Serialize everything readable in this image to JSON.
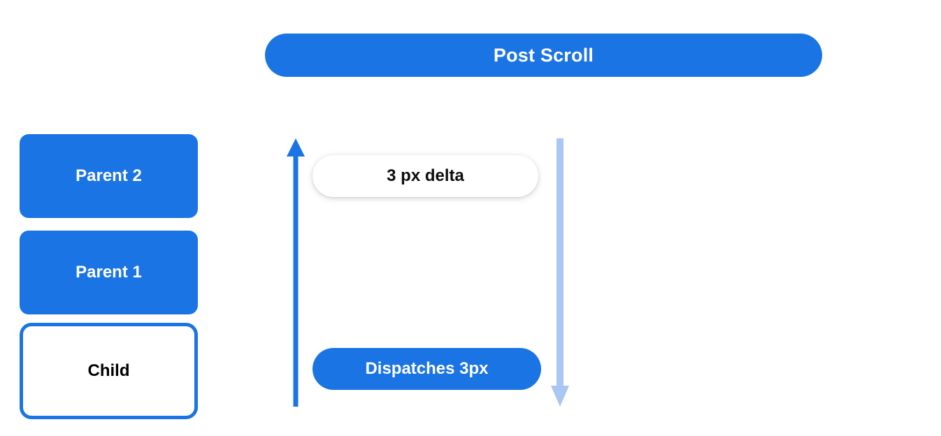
{
  "header": {
    "title": "Post Scroll",
    "color": "#1b74e4"
  },
  "nodes": [
    {
      "id": "parent-2",
      "label": "Parent 2",
      "style": "filled",
      "fill": "#1b74e4",
      "text_color": "#ffffff"
    },
    {
      "id": "parent-1",
      "label": "Parent 1",
      "style": "filled",
      "fill": "#1b74e4",
      "text_color": "#ffffff"
    },
    {
      "id": "child",
      "label": "Child",
      "style": "outlined",
      "fill": "#ffffff",
      "border_color": "#1b74e4",
      "text_color": "#000000"
    }
  ],
  "arrows": [
    {
      "id": "scroll-up-arrow",
      "direction": "up",
      "color": "#1b74e4",
      "icon": "arrow-up-icon"
    },
    {
      "id": "scroll-down-arrow",
      "direction": "down",
      "color": "#a9c6f5",
      "icon": "arrow-down-icon"
    }
  ],
  "callouts": [
    {
      "id": "delta",
      "label": "3 px delta",
      "style": "white-shadow",
      "text_color": "#0d0d0d"
    },
    {
      "id": "dispatch",
      "label": "Dispatches 3px",
      "style": "filled-blue",
      "text_color": "#ffffff"
    }
  ]
}
